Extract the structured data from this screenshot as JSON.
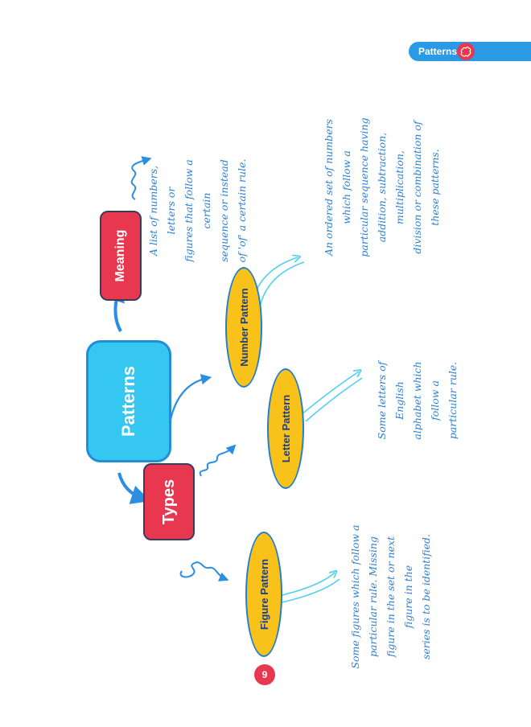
{
  "header": {
    "title": "Patterns",
    "icon": "brain-icon",
    "color": "#2b9ae6"
  },
  "central": {
    "label": "Patterns"
  },
  "meaning": {
    "label": "Meaning",
    "description": "A list of numbers,\nletters or\nfigures that follow a\ncertain\nsequence or instead\nof 'of' a certain rule."
  },
  "types": {
    "label": "Types",
    "items": [
      {
        "label": "Number Pattern",
        "description": "An ordered set of  numbers\nwhich follow a\nparticular sequence having\naddition, subtraction,\nmultiplication,\ndivision or combination of\nthese patterns."
      },
      {
        "label": "Letter Pattern",
        "description": "Some letters of\nEnglish\nalphabet which\nfollow a\nparticular rule."
      },
      {
        "label": "Figure Pattern",
        "description": "Some figures which follow a\nparticular rule. Missing\nfigure in the set or next\nfigure in the\nseries is to be identified."
      }
    ]
  },
  "page_number": "9",
  "colors": {
    "red": "#e8384f",
    "cyan": "#35c7f0",
    "blue": "#2b9ae6",
    "yellow": "#f8c21b",
    "text_blue": "#2f7fcf"
  }
}
